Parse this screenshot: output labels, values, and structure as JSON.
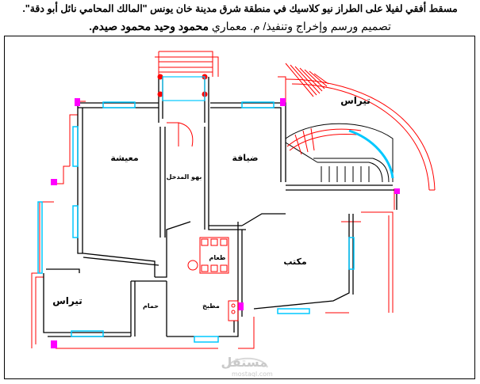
{
  "title": {
    "line1": "مسقط أفقي لفيلا على الطراز نيو كلاسيك في منطقة شرق مدينة خان يونس \"المالك المحامي نائل أبو دقة\".",
    "line2_prefix": "تصميم ورسم وإخراج وتنفيذ/ م. معماري ",
    "line2_name": "محمود وحيد محمود صيدم."
  },
  "rooms": {
    "terrace_top": "تيراس",
    "living": "معيشة",
    "guest": "ضيافة",
    "entrance": "بهو المدخل",
    "dining": "طعام",
    "office": "مكتب",
    "terrace_left": "تيراس",
    "bathroom": "حمام",
    "kitchen": "مطبخ"
  },
  "watermark": {
    "name": "مستقل",
    "url": "mostaql.com"
  },
  "colors": {
    "wall": "#000000",
    "dim": "#ff0000",
    "window": "#00c8ff",
    "pillar": "#ff00ff",
    "column": "#ff0000"
  }
}
